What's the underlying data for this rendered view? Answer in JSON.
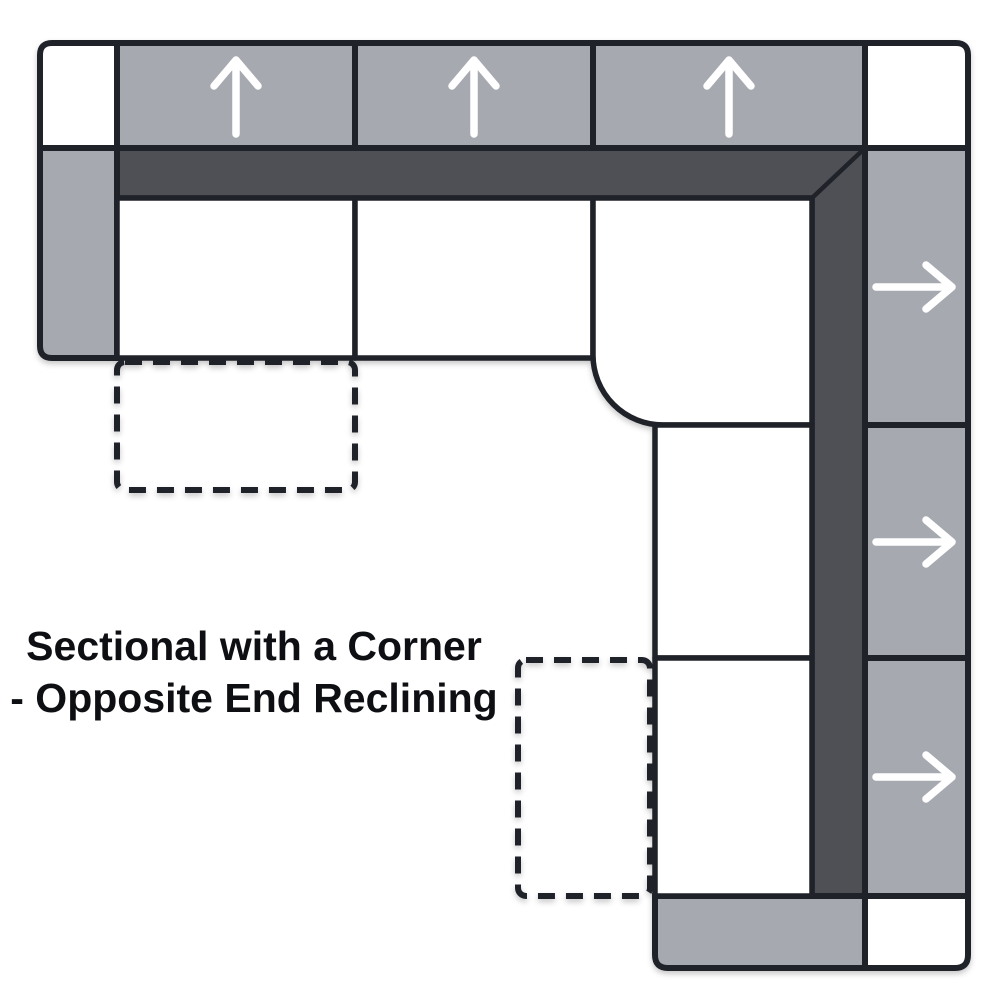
{
  "page": {
    "background": "#ffffff"
  },
  "caption": {
    "line1": "Sectional with a Corner",
    "line2": "- Opposite End Reclining",
    "full_text": "Sectional with a Corner - Opposite End Reclining",
    "color": "#0e0f12"
  },
  "palette": {
    "cushion_gray": "#a6a9b0",
    "backrest_dark": "#4e5055",
    "seat_white": "#ffffff",
    "outline_dark": "#20222a",
    "arrow_white": "#ffffff"
  },
  "diagram": {
    "type": "sectional-sofa-top-view",
    "icons": {
      "up_arrow": "↑",
      "right_arrow": "→"
    },
    "arrows": [
      {
        "direction": "up"
      },
      {
        "direction": "up"
      },
      {
        "direction": "up"
      },
      {
        "direction": "right"
      },
      {
        "direction": "right"
      },
      {
        "direction": "right"
      }
    ],
    "dashed_footprint_count": 2
  }
}
